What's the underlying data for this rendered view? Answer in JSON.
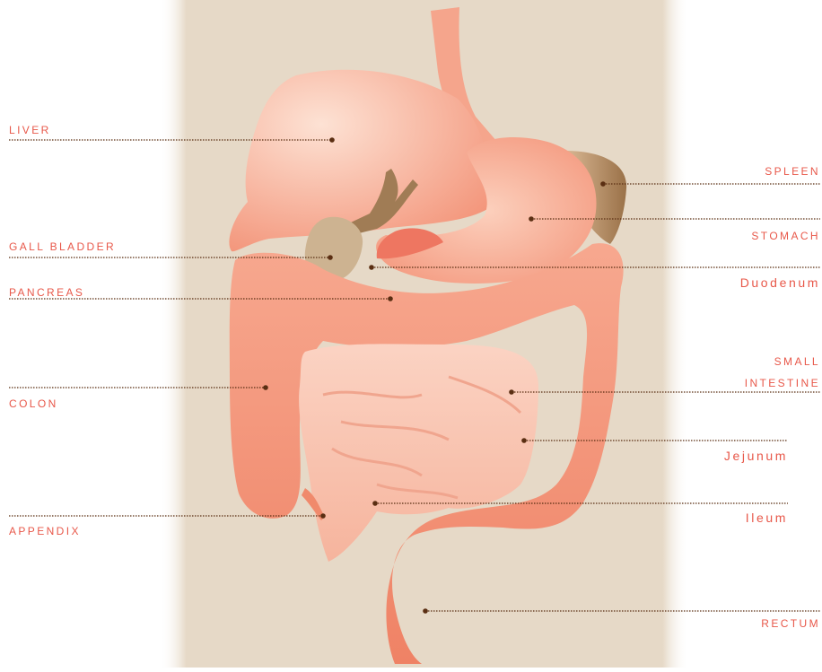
{
  "diagram": {
    "labels": {
      "liver": "LIVER",
      "gall_bladder": "GALL BLADDER",
      "pancreas": "PANCREAS",
      "colon": "COLON",
      "appendix": "APPENDIX",
      "spleen": "SPLEEN",
      "stomach": "STOMACH",
      "duodenum": "Duodenum",
      "small_intestine_line1": "SMALL",
      "small_intestine_line2": "INTESTINE",
      "jejunum": "Jejunum",
      "ileum": "Ileum",
      "rectum": "RECTUM"
    }
  },
  "colors": {
    "label_text": "#e8584a",
    "leader_line": "#5a2e12",
    "panel_background": "#e6d9c7",
    "organ_pink": "#f49a80",
    "colon_salmon": "#f08a6c",
    "bile_duct_brown": "#a07c55"
  }
}
